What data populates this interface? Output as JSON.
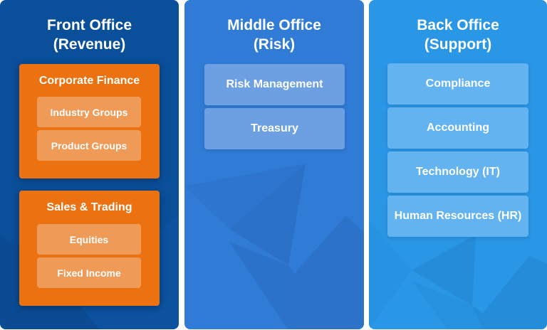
{
  "colors": {
    "front_office_bg": "#0A4F9A",
    "middle_office_bg": "#307BD6",
    "back_office_bg": "#2A96E6",
    "orange_group": "#EC7211",
    "orange_item": "#F09A58",
    "middle_item": "#6DA0E3",
    "back_item": "#63B3F0",
    "text": "#FFFFFF"
  },
  "front_office": {
    "title_line1": "Front Office",
    "title_line2": "(Revenue)",
    "groups": [
      {
        "title": "Corporate Finance",
        "items": [
          "Industry Groups",
          "Product Groups"
        ]
      },
      {
        "title": "Sales & Trading",
        "items": [
          "Equities",
          "Fixed Income"
        ]
      }
    ]
  },
  "middle_office": {
    "title_line1": "Middle Office",
    "title_line2": "(Risk)",
    "items": [
      "Risk Management",
      "Treasury"
    ]
  },
  "back_office": {
    "title_line1": "Back Office",
    "title_line2": "(Support)",
    "items": [
      "Compliance",
      "Accounting",
      "Technology (IT)",
      "Human Resources (HR)"
    ]
  }
}
